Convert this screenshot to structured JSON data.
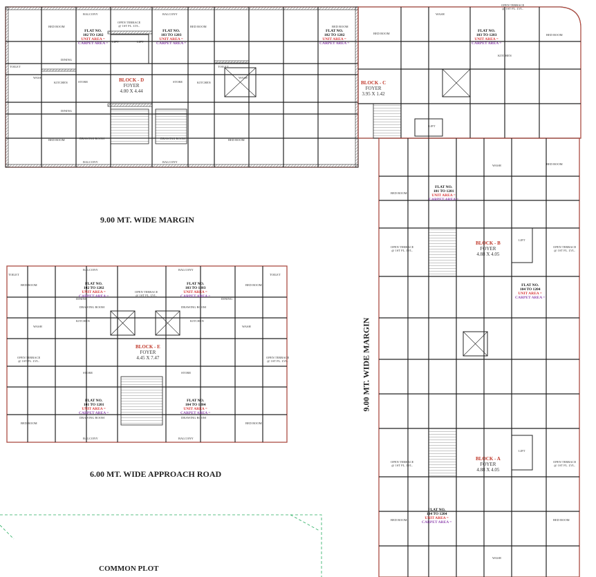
{
  "labels": {
    "margin_top": "9.00 MT. WIDE MARGIN",
    "margin_side": "9.00 MT. WIDE MARGIN",
    "approach_road": "6.00 MT. WIDE APPROACH ROAD",
    "common_plot": "COMMON PLOT"
  },
  "blocks": {
    "d": {
      "name": "BLOCK - D",
      "sub": "FOYER",
      "dim": "4.00 X 4.44"
    },
    "c": {
      "name": "BLOCK - C",
      "sub": "FOYER",
      "dim": "3.95 X 1.42"
    },
    "e": {
      "name": "BLOCK - E",
      "sub": "FOYER",
      "dim": "4.45 X 7.47"
    },
    "b": {
      "name": "BLOCK - B",
      "sub": "FOYER",
      "dim": "4.88 X 4.05"
    },
    "a": {
      "name": "BLOCK - A",
      "sub": "FOYER",
      "dim": "4.88 X 4.05"
    }
  },
  "flats": {
    "d1": {
      "no": "FLAT NO.",
      "range": "102 TO 1202",
      "unit": "UNIT AREA =",
      "carpet": "CARPET AREA ="
    },
    "d2": {
      "no": "FLAT NO.",
      "range": "103 TO 1203",
      "unit": "UNIT AREA =",
      "carpet": "CARPET AREA ="
    },
    "c1": {
      "no": "FLAT NO.",
      "range": "102 TO 1202",
      "unit": "UNIT AREA =",
      "carpet": "CARPET AREA ="
    },
    "c2": {
      "no": "FLAT NO.",
      "range": "103 TO 1203",
      "unit": "UNIT AREA =",
      "carpet": "CARPET AREA ="
    },
    "e1": {
      "no": "FLAT NO.",
      "range": "102 TO 1202",
      "unit": "UNIT AREA =",
      "carpet": "CARPET AREA ="
    },
    "e2": {
      "no": "FLAT NO.",
      "range": "103 TO 1203",
      "unit": "UNIT AREA =",
      "carpet": "CARPET AREA ="
    },
    "e3": {
      "no": "FLAT NO.",
      "range": "101 TO 1201",
      "unit": "UNIT AREA =",
      "carpet": "CARPET AREA ="
    },
    "e4": {
      "no": "FLAT NO.",
      "range": "104 TO 1204",
      "unit": "UNIT AREA =",
      "carpet": "CARPET AREA ="
    },
    "b1": {
      "no": "FLAT NO.",
      "range": "101 TO 1201",
      "unit": "UNIT AREA =",
      "carpet": "CARPET AREA ="
    },
    "b2": {
      "no": "FLAT NO.",
      "range": "104 TO 1204",
      "unit": "UNIT AREA =",
      "carpet": "CARPET AREA ="
    },
    "a1": {
      "no": "FLAT NO.",
      "range": "104 TO 1204",
      "unit": "UNIT AREA =",
      "carpet": "CARPET AREA ="
    }
  },
  "rooms": {
    "bed": "BED ROOM",
    "kitchen": "KITCHEN",
    "toilet": "TOILET",
    "dining": "DINING",
    "balcony": "BALCONY",
    "lift": "LIFT",
    "store": "STORE",
    "wash": "WASH",
    "drawing": "DRAWING ROOM",
    "open_terrace": "OPEN TERRACE",
    "open_terrace_sub": "@ 1ST FL. LVL."
  },
  "colors": {
    "wall": "#222222",
    "hatch": "#555555",
    "boundary": "#e74c3c",
    "unit_area": "#d63031",
    "carpet_area": "#8e44ad",
    "green_line": "#27ae60"
  }
}
